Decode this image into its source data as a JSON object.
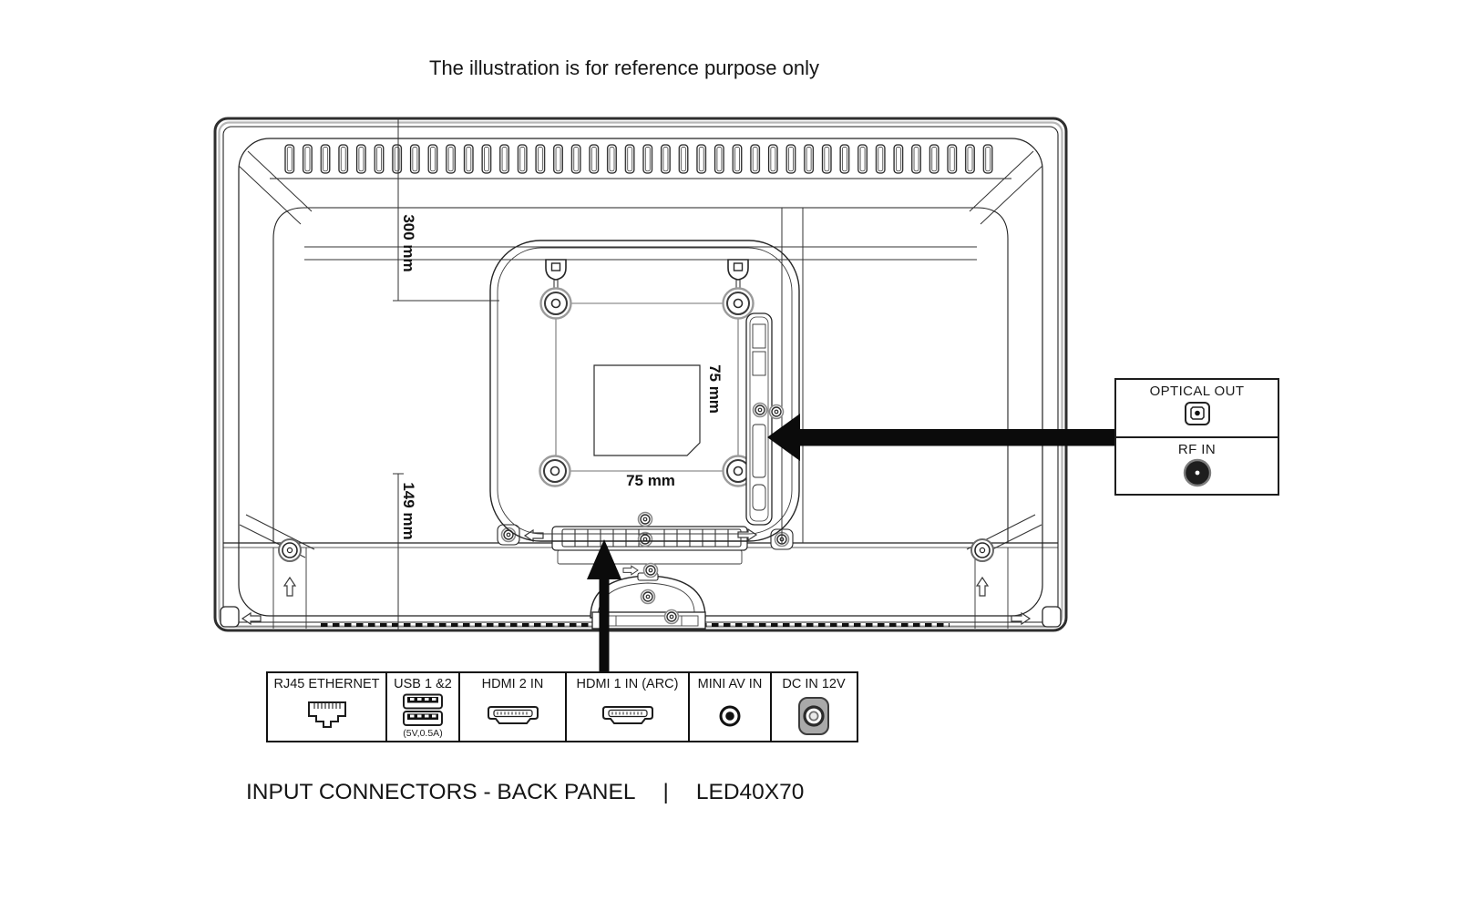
{
  "title": "The illustration is for reference purpose only",
  "dimensions": {
    "mount_top": "300 mm",
    "mount_bottom": "149 mm",
    "vesa_vertical": "75 mm",
    "vesa_horizontal": "75 mm"
  },
  "side_panel": {
    "ports": [
      {
        "label": "OPTICAL OUT",
        "icon": "optical-toslink-icon"
      },
      {
        "label": "RF IN",
        "icon": "coax-rf-icon"
      }
    ]
  },
  "bottom_panel": {
    "ports": [
      {
        "label": "RJ45 ETHERNET",
        "icon": "ethernet-jack-icon"
      },
      {
        "label": "USB 1 &2",
        "sublabel": "(5V,0.5A)",
        "icon": "usb-dual-port-icon"
      },
      {
        "label": "HDMI 2 IN",
        "icon": "hdmi-port-icon"
      },
      {
        "label": "HDMI 1 IN (ARC)",
        "icon": "hdmi-port-icon"
      },
      {
        "label": "MINI AV IN",
        "icon": "av-minijack-icon"
      },
      {
        "label": "DC IN 12V",
        "icon": "dc-barrel-jack-icon"
      }
    ]
  },
  "caption": {
    "text": "INPUT CONNECTORS - BACK PANEL",
    "separator": "|",
    "model": "LED40X70"
  },
  "colors": {
    "line": "#1c1c1c",
    "arrow": "#0b0b0b",
    "dc_jack_fill": "#a9a9a9"
  }
}
